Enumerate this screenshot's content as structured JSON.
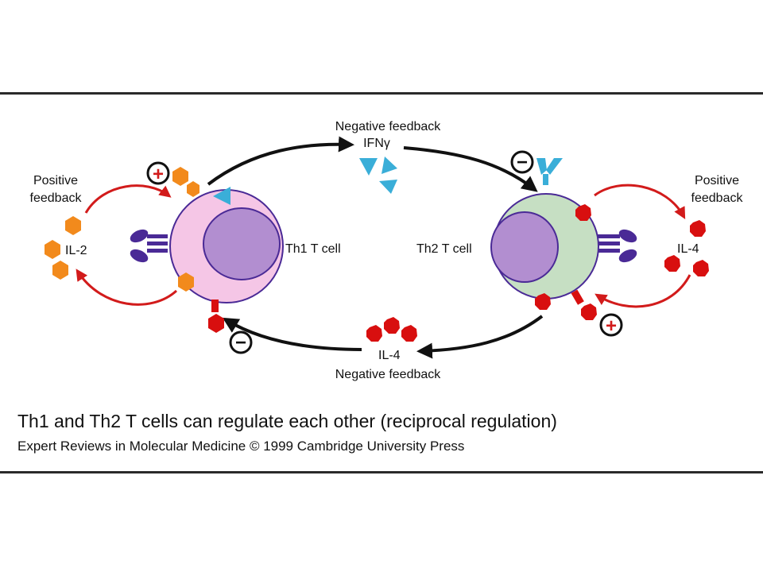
{
  "labels": {
    "top_feedback": "Negative feedback",
    "ifn": "IFNγ",
    "bottom_feedback": "Negative feedback",
    "il4_bottom": "IL-4",
    "left_positive": [
      "Positive",
      "feedback"
    ],
    "right_positive": [
      "Positive",
      "feedback"
    ],
    "il2": "IL-2",
    "il4_right": "IL-4",
    "th1": "Th1 T cell",
    "th2": "Th2 T cell"
  },
  "signs": {
    "plus": "+",
    "minus": "−"
  },
  "caption": {
    "title": "Th1 and Th2 T cells can regulate each other (reciprocal regulation)",
    "source": "Expert Reviews in Molecular Medicine © 1999 Cambridge University Press"
  },
  "colors": {
    "il2": "#f28a1c",
    "il4": "#d80f0f",
    "ifn": "#3aaed8",
    "th1_cell": "#f5c6e6",
    "th2_cell": "#c6dfc3",
    "nucleus": "#b28ed0",
    "outline": "#4a2a96",
    "receptor": "#4a2a96",
    "positive_arrow": "#d21b1b",
    "negative_arrow": "#111111"
  }
}
